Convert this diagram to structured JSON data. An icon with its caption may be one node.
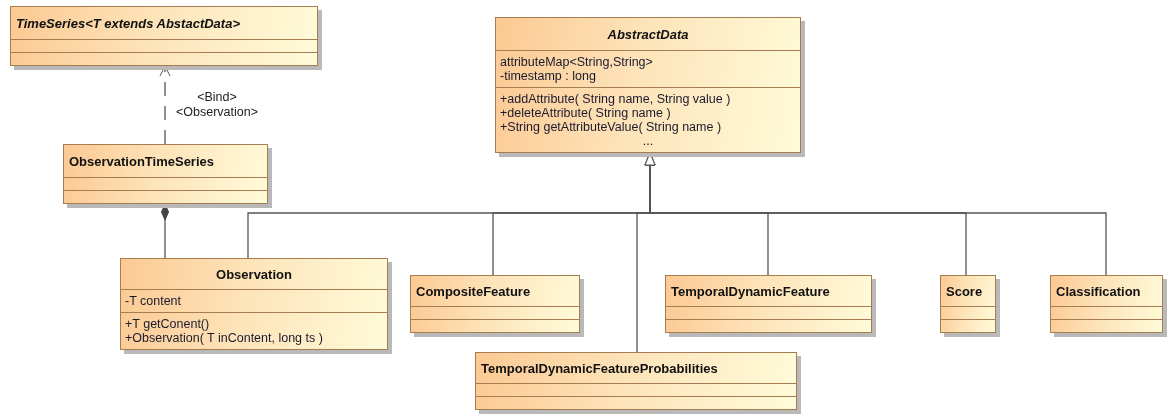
{
  "diagram": {
    "nodes": [
      {
        "text": [
          "TimeSeries<T extends AbstactData>"
        ]
      },
      {
        "text": [
          "AbstractData",
          "attributeMap<String,String>",
          "-timestamp : long",
          "+addAttribute( String name, String value )",
          "+deleteAttribute( String name )",
          "+String getAttributeValue( String name )",
          "..."
        ]
      },
      {
        "text": [
          "ObservationTimeSeries"
        ]
      },
      {
        "text": [
          "Observation",
          "-T content",
          "+T getConent()",
          "+Observation( T inContent, long ts )"
        ]
      },
      {
        "text": [
          "CompositeFeature"
        ]
      },
      {
        "text": [
          "TemporalDynamicFeature"
        ]
      },
      {
        "text": [
          "Score"
        ]
      },
      {
        "text": [
          "Classification"
        ]
      },
      {
        "text": [
          "TemporalDynamicFeatureProbabilities"
        ]
      }
    ],
    "edges": [
      {
        "from": 2,
        "to": 0,
        "arrow": "to",
        "style": "dashed",
        "label": "<Bind> <Observation>"
      },
      {
        "from": 3,
        "to": 2,
        "arrow": "other"
      },
      {
        "from": 3,
        "to": 1,
        "arrow": "to"
      },
      {
        "from": 4,
        "to": 1,
        "arrow": "to"
      },
      {
        "from": 8,
        "to": 1,
        "arrow": "to"
      },
      {
        "from": 5,
        "to": 1,
        "arrow": "to"
      },
      {
        "from": 6,
        "to": 1,
        "arrow": "to"
      },
      {
        "from": 7,
        "to": 1,
        "arrow": "to"
      }
    ]
  }
}
